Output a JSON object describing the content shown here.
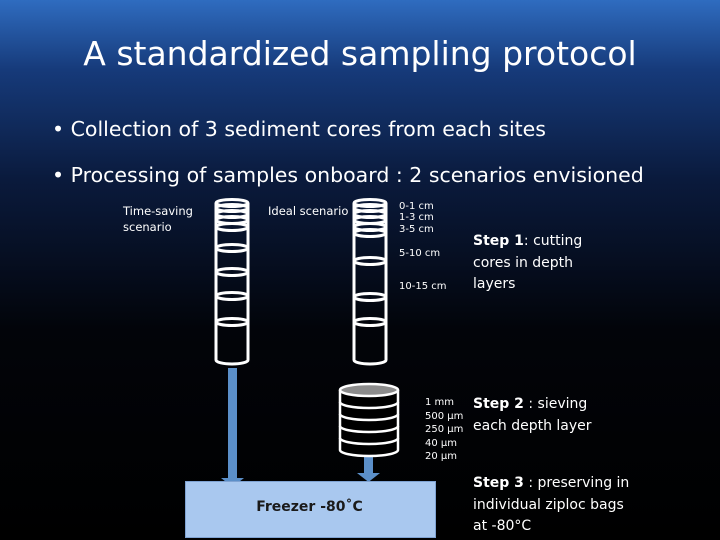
{
  "title": "A standardized sampling protocol",
  "bullets": [
    "• Collection of 3 sediment cores from each sites",
    "• Processing of samples onboard : 2 scenarios envisioned"
  ],
  "scenarios": {
    "time_saving": [
      "Time-saving",
      "scenario"
    ],
    "ideal": "Ideal scenario"
  },
  "depth_layers": [
    "0-1 cm",
    "1-3 cm",
    "3-5 cm",
    "5-10 cm",
    "10-15 cm"
  ],
  "sieve_meshes": [
    "1 mm",
    "500 µm",
    "250 µm",
    "40 µm",
    "20 µm"
  ],
  "steps": {
    "step1": {
      "bold": "Step 1",
      "rest": ": cutting cores in depth layers"
    },
    "step2": {
      "bold": "Step 2",
      "rest": " : sieving each depth layer"
    },
    "step3": {
      "bold": "Step 3",
      "rest": " : preserving in individual ziploc bags at -80°C"
    }
  },
  "freezer": "Freezer -80˚C",
  "colors": {
    "freezer_fill": "#a9c8ef",
    "arrow": "#5b8fc9",
    "outline": "#ffffff"
  }
}
